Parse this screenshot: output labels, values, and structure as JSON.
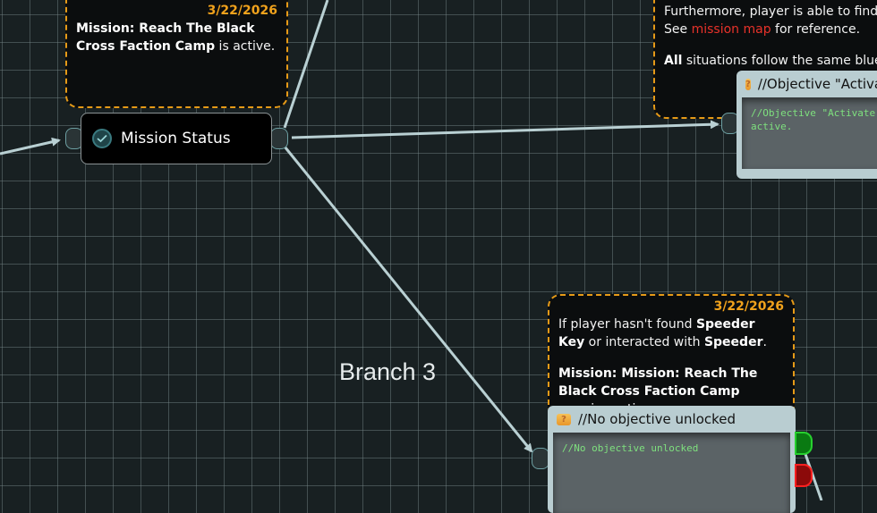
{
  "canvas": {
    "grid_color": "#78878a",
    "background": "#182022",
    "wire_color": "#b9d0d3",
    "comment_border_color": "#e69a17",
    "date_color": "#f1a21c",
    "link_color": "#e8322a",
    "code_color": "#7ee07e"
  },
  "comments": {
    "top_left": {
      "date": "3/22/2026",
      "bold": "Mission: Reach The Black Cross Faction Camp",
      "rest": " is active."
    },
    "top_right": {
      "line1": "Furthermore, player is able to find the",
      "line2_pre": "See ",
      "line2_link": "mission map",
      "line2_post": " for reference.",
      "line3_bold": "All",
      "line3_rest": " situations follow the same blueprint"
    },
    "bottom": {
      "date": "3/22/2026",
      "p1_a": "If player hasn't found ",
      "p1_b": "Speeder Key",
      "p1_c": " or interacted with ",
      "p1_d": "Speeder",
      "p1_e": ".",
      "p2_bold": "Mission: Mission: Reach The Black Cross Faction Camp",
      "p2_rest": " remains active."
    }
  },
  "nodes": {
    "mission_status": {
      "label": "Mission Status",
      "icon": "check-circle-icon"
    },
    "objective_activate": {
      "title": "//Objective \"Activate",
      "code": "//Objective \"Activate\nactive.",
      "icon": "question-box-icon"
    },
    "no_objective": {
      "title": "//No objective unlocked",
      "code": "//No objective unlocked",
      "icon": "question-box-icon"
    }
  },
  "labels": {
    "branch": "Branch 3"
  },
  "pins": {
    "true_color": "#0a7a12",
    "false_color": "#8c0a0a"
  }
}
